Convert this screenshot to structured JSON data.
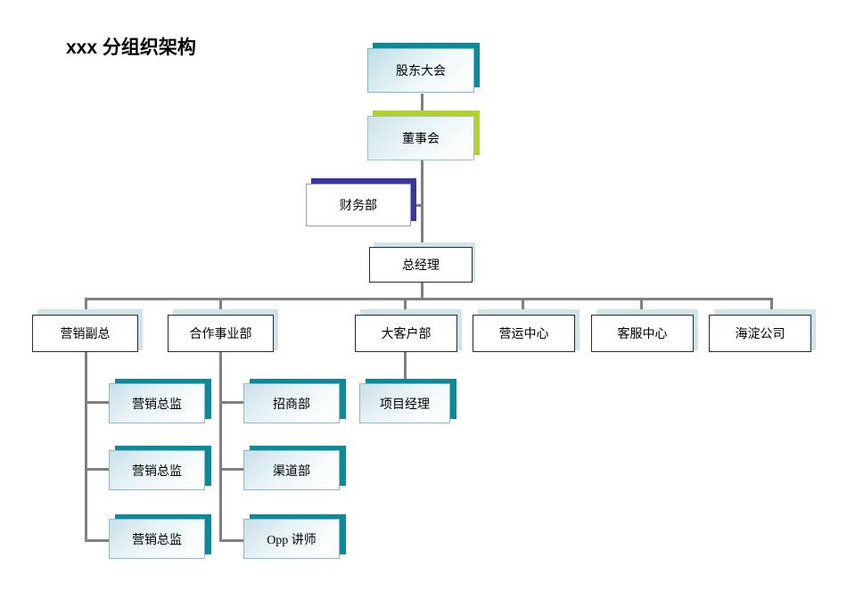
{
  "title": "xxx 分组织架构",
  "chart_data": {
    "type": "diagram",
    "diagram_kind": "organization-chart",
    "title": "xxx 分组织架构",
    "nodes": [
      {
        "id": "shareholders",
        "label": "股东大会",
        "level": 0,
        "style": "teal-gradient-teal-shadow"
      },
      {
        "id": "board",
        "label": "董事会",
        "level": 1,
        "style": "gradient-olive-shadow"
      },
      {
        "id": "finance",
        "label": "财务部",
        "level": 2,
        "style": "white-navy-shadow"
      },
      {
        "id": "gm",
        "label": "总经理",
        "level": 2,
        "style": "plain-ice-shadow"
      },
      {
        "id": "vp_marketing",
        "label": "营销副总",
        "level": 3,
        "style": "plain-ice-shadow"
      },
      {
        "id": "coop_div",
        "label": "合作事业部",
        "level": 3,
        "style": "plain-ice-shadow"
      },
      {
        "id": "key_account",
        "label": "大客户部",
        "level": 3,
        "style": "plain-ice-shadow"
      },
      {
        "id": "ops_center",
        "label": "营运中心",
        "level": 3,
        "style": "plain-ice-shadow"
      },
      {
        "id": "service_ctr",
        "label": "客服中心",
        "level": 3,
        "style": "plain-ice-shadow"
      },
      {
        "id": "haidian",
        "label": "海淀公司",
        "level": 3,
        "style": "plain-ice-shadow"
      },
      {
        "id": "mkt_dir_1",
        "label": "营销总监",
        "level": 4,
        "style": "teal-gradient-teal-shadow"
      },
      {
        "id": "mkt_dir_2",
        "label": "营销总监",
        "level": 4,
        "style": "teal-gradient-teal-shadow"
      },
      {
        "id": "mkt_dir_3",
        "label": "营销总监",
        "level": 4,
        "style": "teal-gradient-teal-shadow"
      },
      {
        "id": "invest_dept",
        "label": "招商部",
        "level": 4,
        "style": "teal-gradient-teal-shadow"
      },
      {
        "id": "channel_dept",
        "label": "渠道部",
        "level": 4,
        "style": "teal-gradient-teal-shadow"
      },
      {
        "id": "opp_trainer",
        "label": "Opp 讲师",
        "level": 4,
        "style": "teal-gradient-teal-shadow"
      },
      {
        "id": "proj_mgr",
        "label": "项目经理",
        "level": 4,
        "style": "teal-gradient-teal-shadow"
      }
    ],
    "edges": [
      {
        "from": "shareholders",
        "to": "board"
      },
      {
        "from": "board",
        "to": "gm"
      },
      {
        "from": "gm",
        "to": "finance"
      },
      {
        "from": "gm",
        "to": "vp_marketing"
      },
      {
        "from": "gm",
        "to": "coop_div"
      },
      {
        "from": "gm",
        "to": "key_account"
      },
      {
        "from": "gm",
        "to": "ops_center"
      },
      {
        "from": "gm",
        "to": "service_ctr"
      },
      {
        "from": "gm",
        "to": "haidian"
      },
      {
        "from": "vp_marketing",
        "to": "mkt_dir_1"
      },
      {
        "from": "vp_marketing",
        "to": "mkt_dir_2"
      },
      {
        "from": "vp_marketing",
        "to": "mkt_dir_3"
      },
      {
        "from": "coop_div",
        "to": "invest_dept"
      },
      {
        "from": "coop_div",
        "to": "channel_dept"
      },
      {
        "from": "coop_div",
        "to": "opp_trainer"
      },
      {
        "from": "key_account",
        "to": "proj_mgr"
      }
    ],
    "colors": {
      "shadow_teal": "#0d8a99",
      "shadow_olive": "#b5cf2b",
      "shadow_navy": "#3b35a0",
      "shadow_ice": "#cfe4e8",
      "connector": "#808080",
      "box_border_dark": "#2b2b2b",
      "background": "#ffffff",
      "text": "#000000"
    }
  },
  "nodes": {
    "shareholders": "股东大会",
    "board": "董事会",
    "finance": "财务部",
    "gm": "总经理",
    "vp_marketing": "营销副总",
    "coop_div": "合作事业部",
    "key_account": "大客户部",
    "ops_center": "营运中心",
    "service_ctr": "客服中心",
    "haidian": "海淀公司",
    "mkt_dir_1": "营销总监",
    "mkt_dir_2": "营销总监",
    "mkt_dir_3": "营销总监",
    "invest_dept": "招商部",
    "channel_dept": "渠道部",
    "opp_trainer": "Opp 讲师",
    "proj_mgr": "项目经理"
  }
}
